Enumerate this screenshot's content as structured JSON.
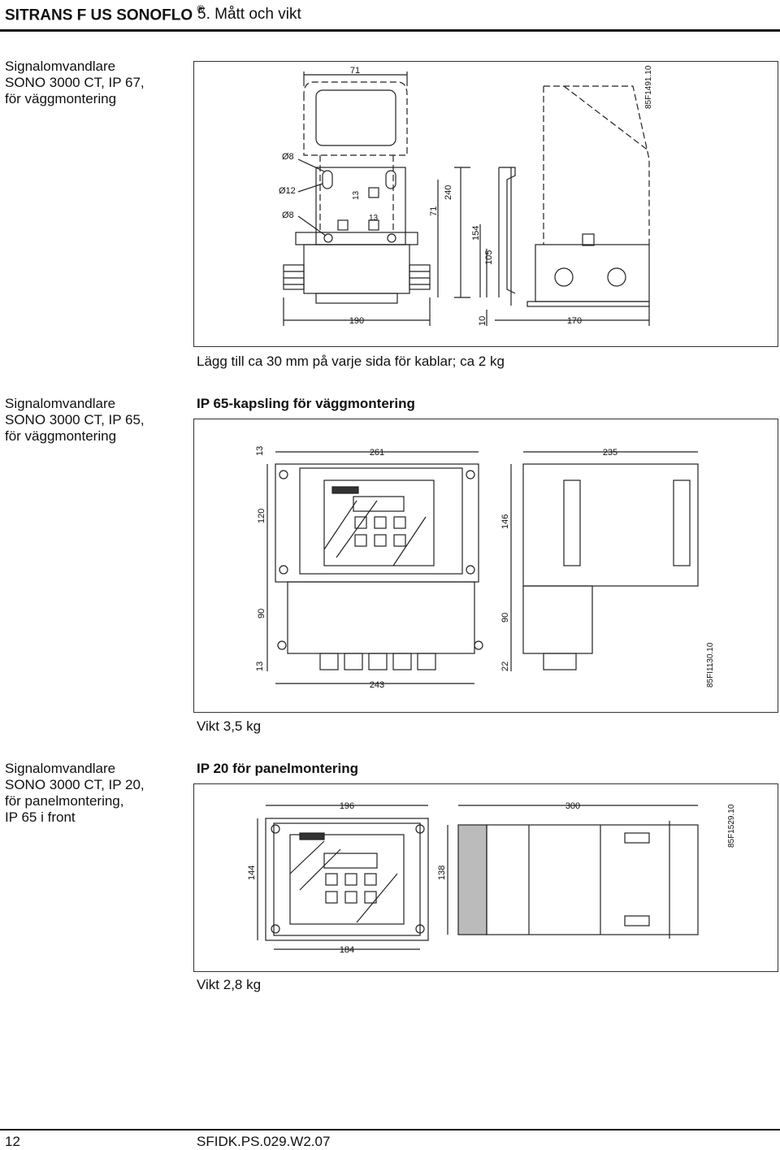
{
  "header": {
    "title": "SITRANS F US SONOFLO",
    "title_mark": "®",
    "section": "5.  Mått och vikt"
  },
  "sections": [
    {
      "side_lines": [
        "Signalomvandlare",
        "SONO 3000 CT, IP 67,",
        "för väggmontering"
      ],
      "heading": "",
      "caption": "Lägg till ca 30 mm på varje sida för kablar; ca 2 kg",
      "drawing": {
        "code": "85F1491.10",
        "dims": [
          "71",
          "Ø8",
          "Ø12",
          "Ø8",
          "13",
          "13",
          "240",
          "71",
          "154",
          "105",
          "190",
          "10",
          "170"
        ]
      }
    },
    {
      "side_lines": [
        "Signalomvandlare",
        "SONO 3000 CT, IP 65,",
        "för väggmontering"
      ],
      "heading": "IP 65-kapsling för väggmontering",
      "caption": "Vikt 3,5 kg",
      "drawing": {
        "code": "85FI1130.10",
        "dims": [
          "13",
          "261",
          "235",
          "120",
          "146",
          "90",
          "90",
          "13",
          "243",
          "22"
        ]
      }
    },
    {
      "side_lines": [
        "Signalomvandlare",
        "SONO 3000 CT, IP 20,",
        "för panelmontering,",
        "IP 65 i front"
      ],
      "heading": "IP 20 för panelmontering",
      "caption": "Vikt 2,8 kg",
      "drawing": {
        "code": "85F1529.10",
        "dims": [
          "196",
          "300",
          "144",
          "138",
          "184"
        ]
      }
    }
  ],
  "footer": {
    "page": "12",
    "code": "SFIDK.PS.029.W2.07"
  }
}
